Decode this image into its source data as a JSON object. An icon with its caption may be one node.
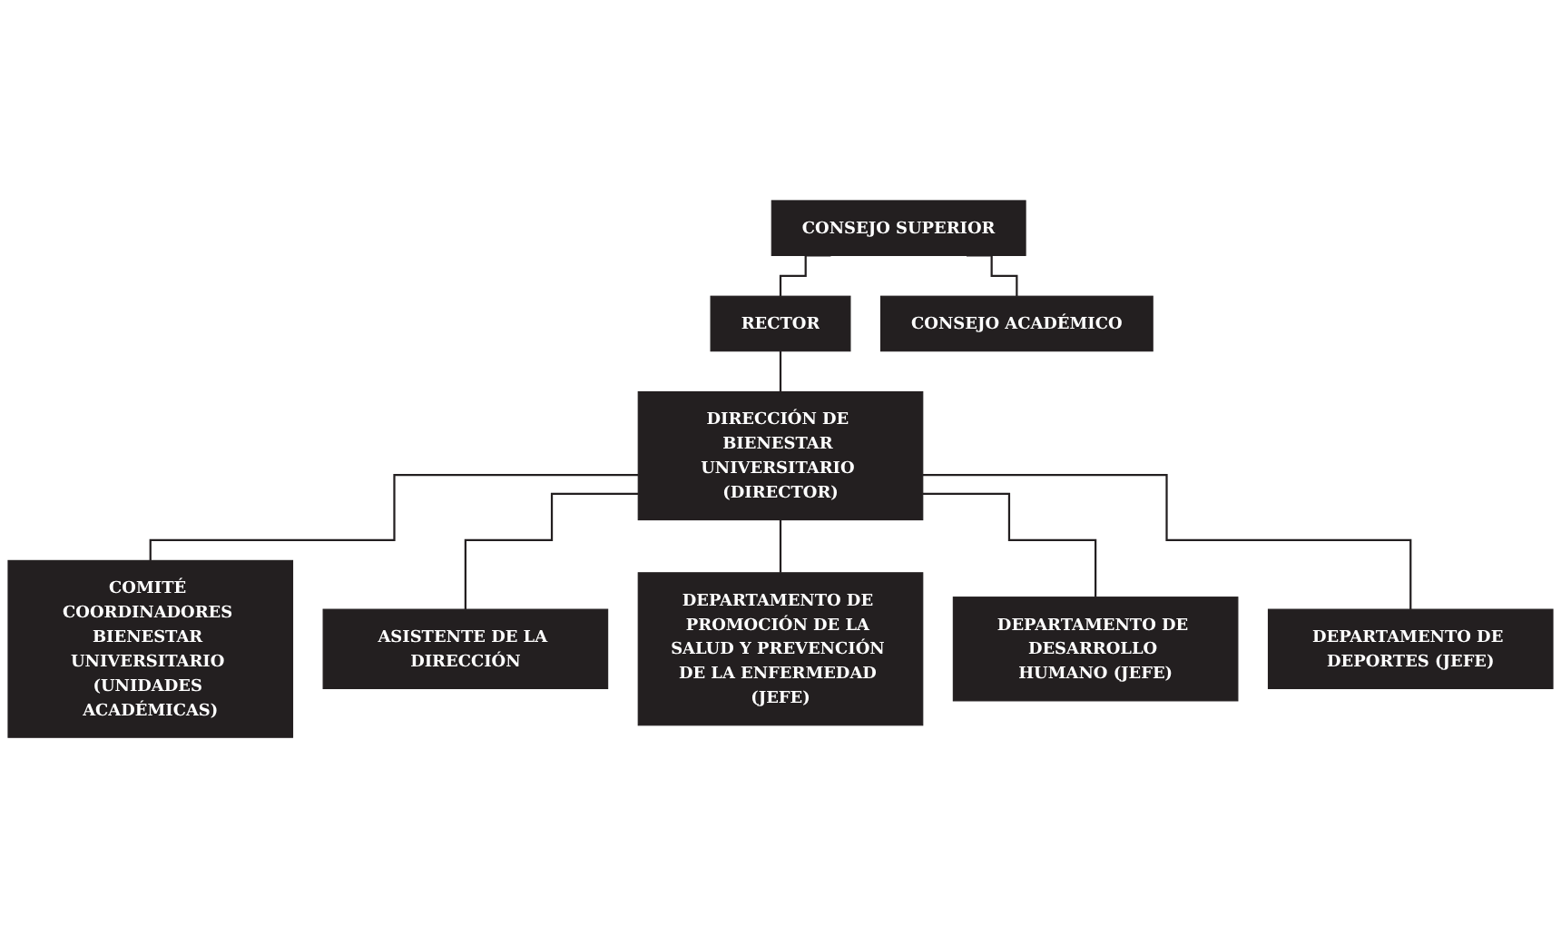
{
  "diagram": {
    "nodes": [
      {
        "text": [
          "CONSEJO SUPERIOR"
        ]
      },
      {
        "text": [
          "RECTOR"
        ]
      },
      {
        "text": [
          "CONSEJO ACADÉMICO"
        ]
      },
      {
        "text": [
          "DIRECCIÓN DE BIENESTAR UNIVERSITARIO (DIRECTOR)"
        ]
      },
      {
        "text": [
          "COMITÉ COORDINADORES BIENESTAR UNIVERSITARIO (UNIDADES ACADÉMICAS)"
        ]
      },
      {
        "text": [
          "ASISTENTE DE LA DIRECCIÓN"
        ]
      },
      {
        "text": [
          "DEPARTAMENTO DE PROMOCIÓN DE LA SALUD Y PREVENCIÓN DE LA ENFERMEDAD (JEFE)"
        ]
      },
      {
        "text": [
          "DEPARTAMENTO DE DESARROLLO HUMANO (JEFE)"
        ]
      },
      {
        "text": [
          "DEPARTAMENTO DE DEPORTES (JEFE)"
        ]
      }
    ],
    "edges": [
      {
        "from": 0,
        "to": 1,
        "arrow": "none"
      },
      {
        "from": 0,
        "to": 2,
        "arrow": "none"
      },
      {
        "from": 1,
        "to": 3,
        "arrow": "none"
      },
      {
        "from": 3,
        "to": 4,
        "arrow": "none"
      },
      {
        "from": 3,
        "to": 5,
        "arrow": "none"
      },
      {
        "from": 3,
        "to": 6,
        "arrow": "none"
      },
      {
        "from": 3,
        "to": 7,
        "arrow": "none"
      },
      {
        "from": 3,
        "to": 8,
        "arrow": "none"
      }
    ]
  }
}
